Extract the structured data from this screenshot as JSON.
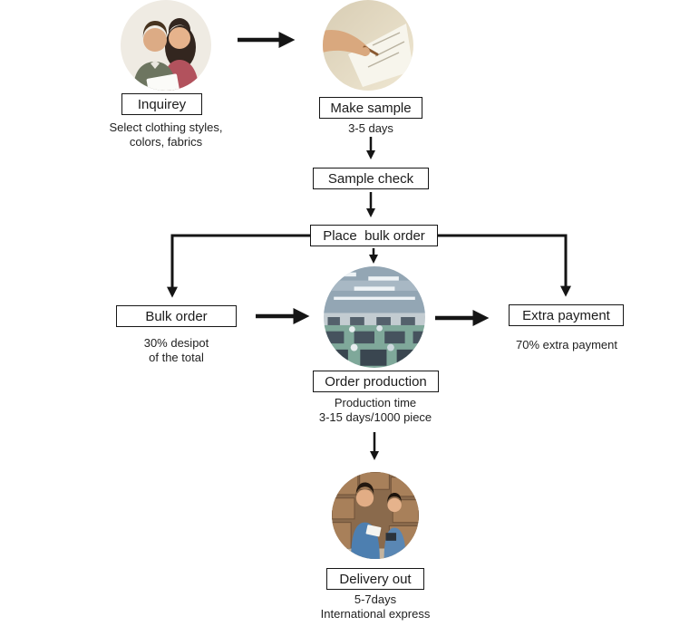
{
  "nodes": {
    "inquiry": {
      "label": "Inquirey",
      "desc1": "Select clothing styles,",
      "desc2": "colors, fabrics",
      "photo": "two-people-consultation-photo"
    },
    "make_sample": {
      "label": "Make sample",
      "desc1": "3-5 days",
      "photo": "hands-sketching-pattern-photo"
    },
    "sample_check": {
      "label": "Sample check"
    },
    "place_bulk_order": {
      "label": "Place  bulk order"
    },
    "bulk_order": {
      "label": "Bulk order",
      "desc1": "30% desipot",
      "desc2": "of the total"
    },
    "extra_payment": {
      "label": "Extra payment",
      "desc1": "70% extra payment"
    },
    "order_production": {
      "label": "Order production",
      "desc1": "Production time",
      "desc2": "3-15 days/1000 piece",
      "photo": "garment-factory-floor-photo"
    },
    "delivery_out": {
      "label": "Delivery out",
      "desc1": "5-7days",
      "desc2": "International express",
      "photo": "warehouse-delivery-staff-photo"
    }
  },
  "colors": {
    "arrow": "#151515",
    "box_border": "#161616",
    "background": "#ffffff"
  }
}
